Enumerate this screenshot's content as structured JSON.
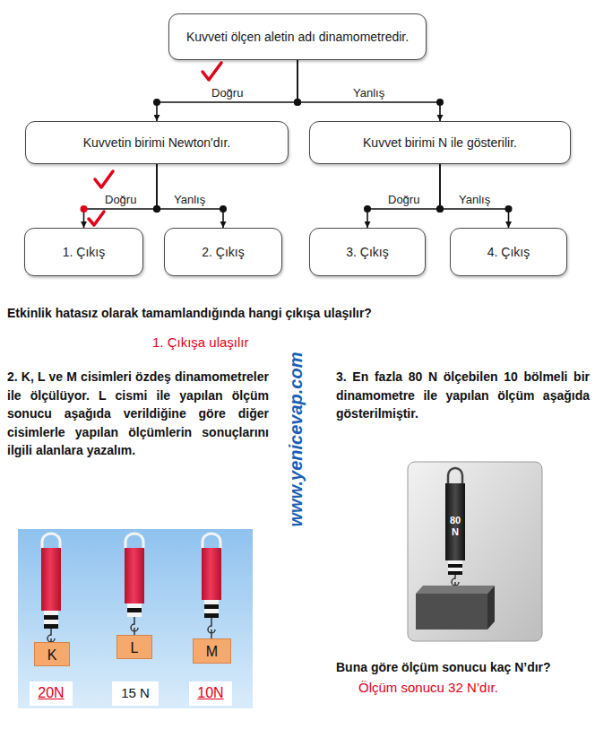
{
  "diagram": {
    "nodes": [
      {
        "text": [
          "Kuvveti ölçen aletin adı dinamometredir."
        ]
      },
      {
        "text": [
          "Kuvvetin birimi Newton'dır."
        ]
      },
      {
        "text": [
          "Kuvvet birimi N ile gösterilir."
        ]
      },
      {
        "text": [
          "1. Çıkış"
        ]
      },
      {
        "text": [
          "2. Çıkış"
        ]
      },
      {
        "text": [
          "3. Çıkış"
        ]
      },
      {
        "text": [
          "4. Çıkış"
        ]
      }
    ],
    "edges": [
      {
        "from": 0,
        "to": 1,
        "label": "Doğru",
        "arrow": "to"
      },
      {
        "from": 0,
        "to": 2,
        "label": "Yanlış",
        "arrow": "to"
      },
      {
        "from": 1,
        "to": 3,
        "label": "Doğru",
        "arrow": "to"
      },
      {
        "from": 1,
        "to": 4,
        "label": "Yanlış",
        "arrow": "to"
      },
      {
        "from": 2,
        "to": 5,
        "label": "Doğru",
        "arrow": "to"
      },
      {
        "from": 2,
        "to": 6,
        "label": "Yanlış",
        "arrow": "to"
      }
    ],
    "labels": [
      "Etkinlik hatasız olarak tamamlandığında hangi çıkışa ulaşılır?",
      "1. Çıkışa ulaşılır",
      "2. K, L ve M cisimleri özdeş dinamometreler ile ölçülüyor. L cismi ile yapılan ölçüm sonucu aşağıda verildiğine göre diğer cisimlerle yapılan ölçümlerin sonuçlarını ilgili alanlara yazalım.",
      "3. En fazla 80 N ölçebilen 10 bölmeli bir dinamometre ile yapılan ölçüm aşağıda gösterilmiştir.",
      "www.yenicevap.com",
      "K",
      "L",
      "M",
      "20N",
      "15 N",
      "10N",
      "80 N",
      "Buna göre ölçüm sonucu kaç N’dır?",
      "Ölçüm sonucu 32 N’dır."
    ]
  }
}
